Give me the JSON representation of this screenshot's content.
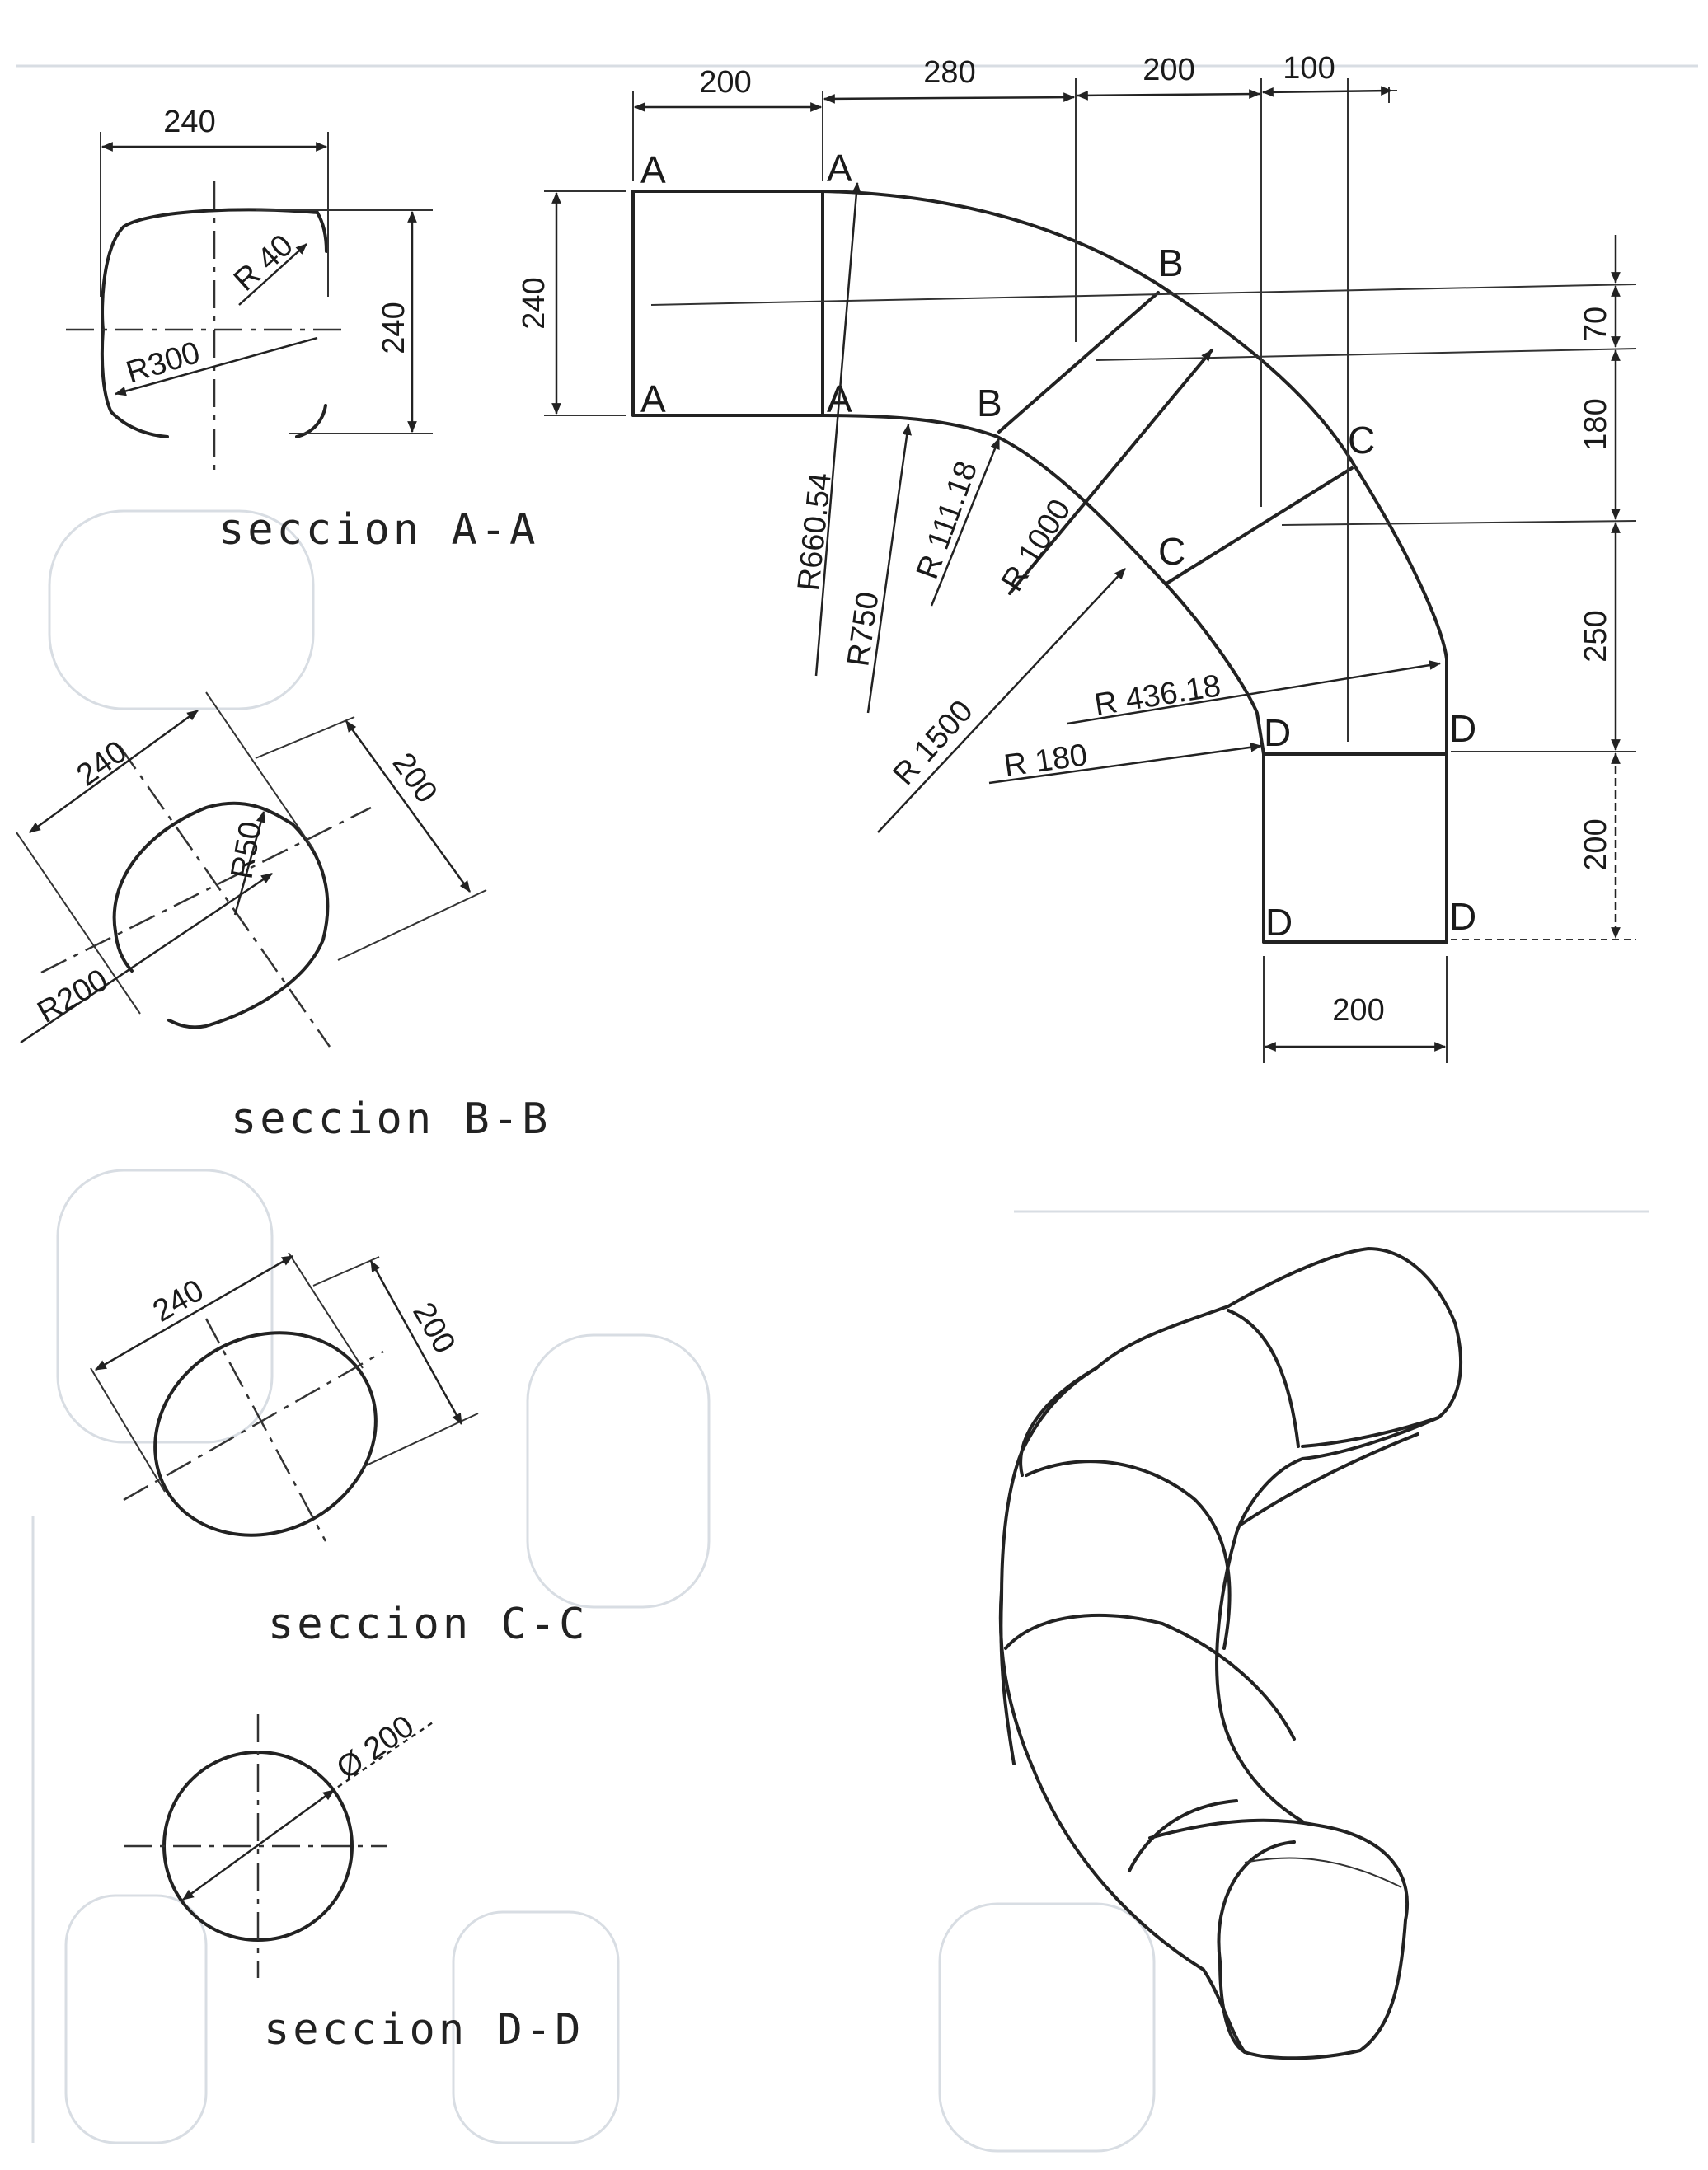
{
  "section_titles": {
    "a": "seccion A-A",
    "b": "seccion B-B",
    "c": "seccion C-C",
    "d": "seccion D-D"
  },
  "section_a": {
    "width": "240",
    "height": "240",
    "r_corner": "R 40",
    "r_side": "R300"
  },
  "section_b": {
    "width": "240",
    "height": "200",
    "r_corner": "R50",
    "r_side": "R200"
  },
  "section_c": {
    "width": "240",
    "height": "200"
  },
  "section_d": {
    "diameter": "Ø 200"
  },
  "top_dims": [
    "200",
    "280",
    "200",
    "100"
  ],
  "left_dim": "240",
  "right_dims": [
    "70",
    "180",
    "250",
    "200"
  ],
  "bottom_dim": "200",
  "point_labels": {
    "a": "A",
    "b": "B",
    "c": "C",
    "d": "D"
  },
  "radii": {
    "r660": "R660.54",
    "r750": "R750",
    "r111": "R 111.18",
    "r1000": "R 1000",
    "r1500": "R 1500",
    "r180": "R 180",
    "r436": "R 436.18"
  }
}
